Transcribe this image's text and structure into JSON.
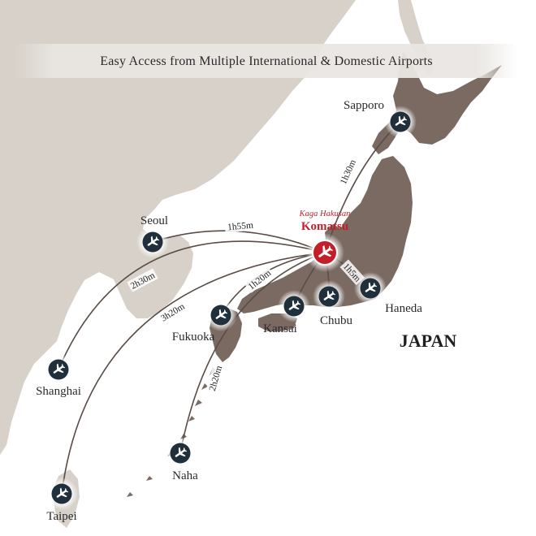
{
  "title": "Easy Access from Multiple International & Domestic Airports",
  "country_label": "JAPAN",
  "hub": {
    "subtitle": "Kaga Hakusan",
    "name": "Komatsu"
  },
  "airports": {
    "sapporo": "Sapporo",
    "seoul": "Seoul",
    "shanghai": "Shanghai",
    "taipei": "Taipei",
    "fukuoka": "Fukuoka",
    "kansai": "Kansai",
    "chubu": "Chubu",
    "haneda": "Haneda",
    "naha": "Naha"
  },
  "flight_times": {
    "sapporo": "1h30m",
    "seoul": "1h55m",
    "shanghai": "2h30m",
    "taipei": "3h20m",
    "fukuoka": "1h20m",
    "haneda": "1h5m",
    "naha": "2h20m"
  },
  "colors": {
    "sea": "#ffffff",
    "continent": "#d7d1c9",
    "japan": "#7a6a62",
    "route": "#5a4d47",
    "airport_marker": "#1f2f3c",
    "hub_marker": "#c21f2b",
    "title_band": "#e9e6e2"
  },
  "icons": {
    "airport": "airplane-icon",
    "hub": "airplane-icon"
  }
}
